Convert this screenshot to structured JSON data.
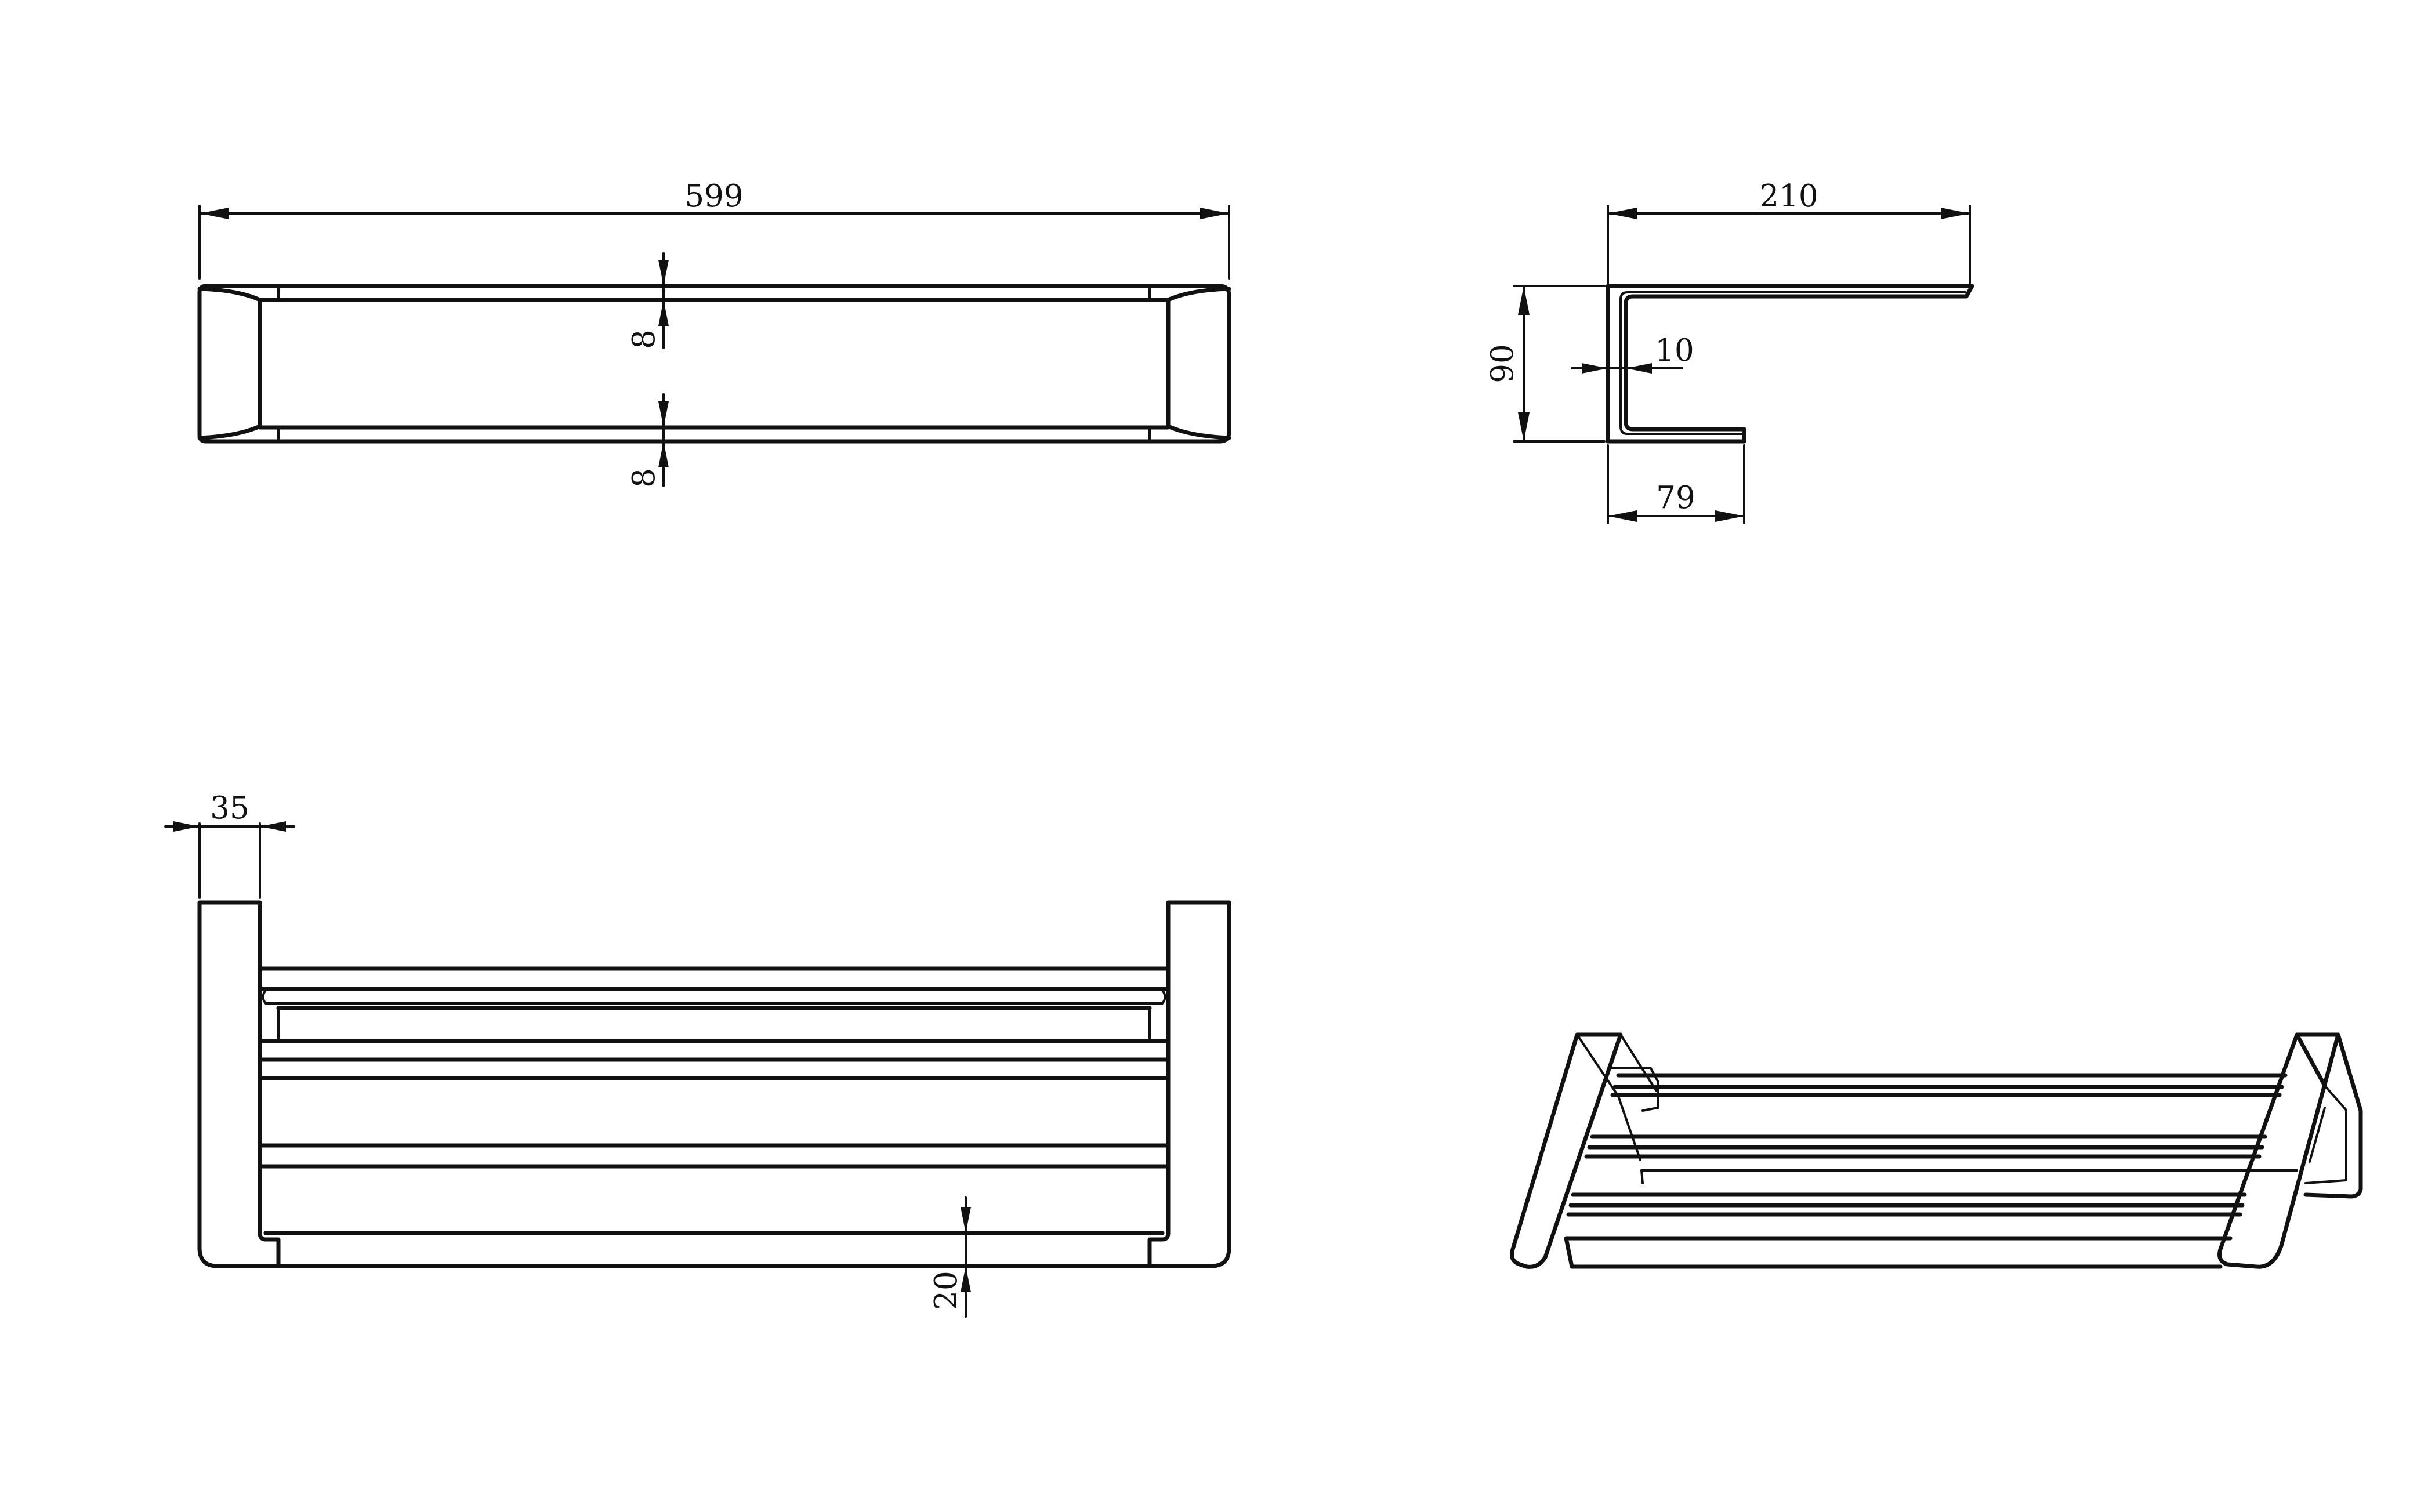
{
  "dimensions": {
    "top_view_width": "599",
    "top_view_rail_gap_upper": "8",
    "top_view_rail_gap_lower": "8",
    "side_view_depth": "210",
    "side_view_height": "90",
    "side_view_thickness": "10",
    "side_view_lower_depth": "79",
    "front_view_end_width": "35",
    "front_view_bottom_gap": "20"
  },
  "colors": {
    "line": "#111111",
    "background": "#ffffff"
  }
}
